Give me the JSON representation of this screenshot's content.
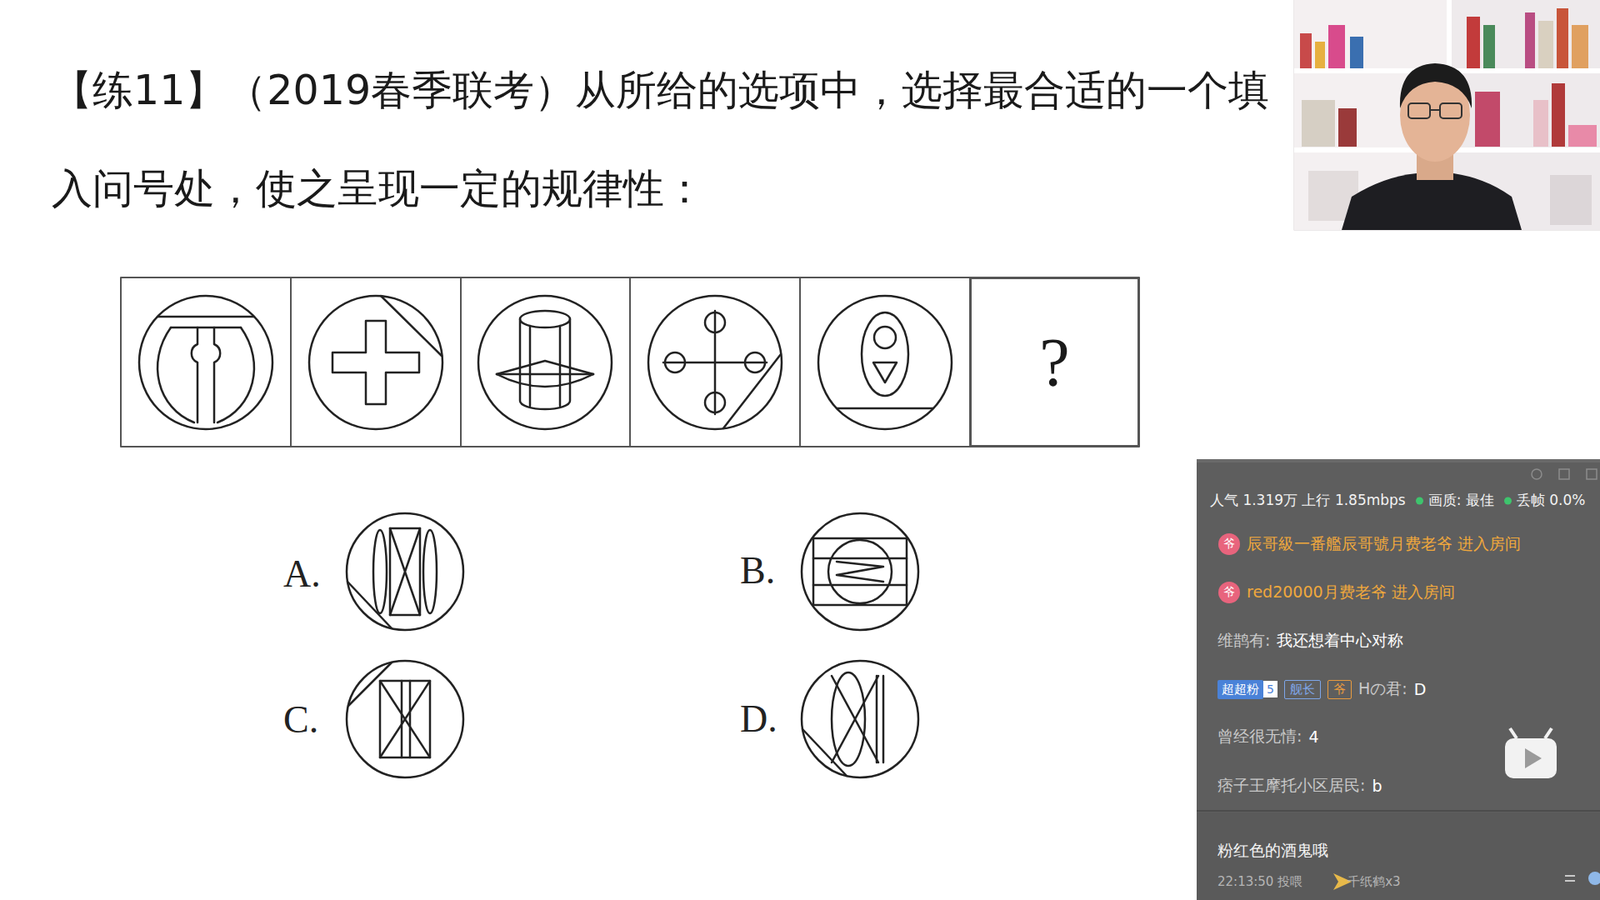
{
  "diagram": {
    "title": "【练11】（2019春季联考）从所给的选项中，选择最合适的一个填 入问号处，使之呈现一定的规律性：",
    "nodes": [
      {
        "text": [
          "?"
        ]
      }
    ],
    "labels": [
      "A.",
      "B.",
      "C.",
      "D.",
      "人气 1.319万 上行 1.85mbps",
      "画质: 最佳",
      "丢帧 0.0%",
      "爷",
      "辰哥級一番艦辰哥號月费老爷 进入房间",
      "爷",
      "red20000月费老爷 进入房间",
      "维鹊有:",
      "我还想着中心对称",
      "超超粉",
      "5",
      "舰长",
      "爷",
      "Hの君:",
      "D",
      "曾经很无情:",
      "4",
      "痞子王摩托小区居民:",
      "b",
      "粉红色的酒鬼哦",
      "22:13:50 投喂",
      "千纸鹤x3"
    ]
  }
}
